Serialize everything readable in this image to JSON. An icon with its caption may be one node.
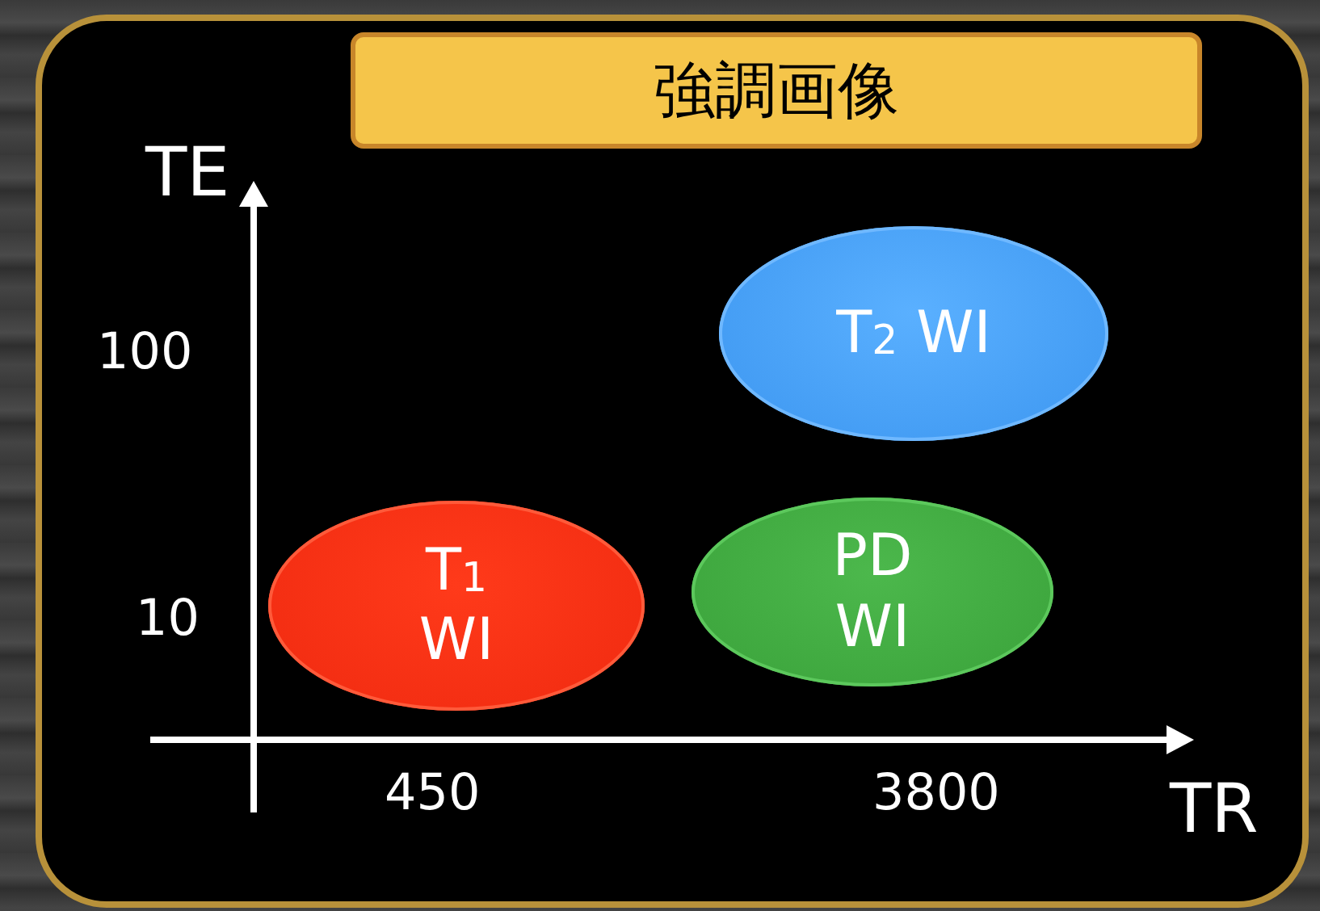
{
  "diagram": {
    "title": "強調画像",
    "nodes": [
      {
        "text": [
          "T$_{2}$ WI"
        ]
      },
      {
        "text": [
          "T$_{1}$ WI"
        ]
      },
      {
        "text": [
          "PD WI"
        ]
      }
    ],
    "labels": [
      "TE",
      "100",
      "10",
      "450",
      "3800",
      "TR"
    ]
  }
}
